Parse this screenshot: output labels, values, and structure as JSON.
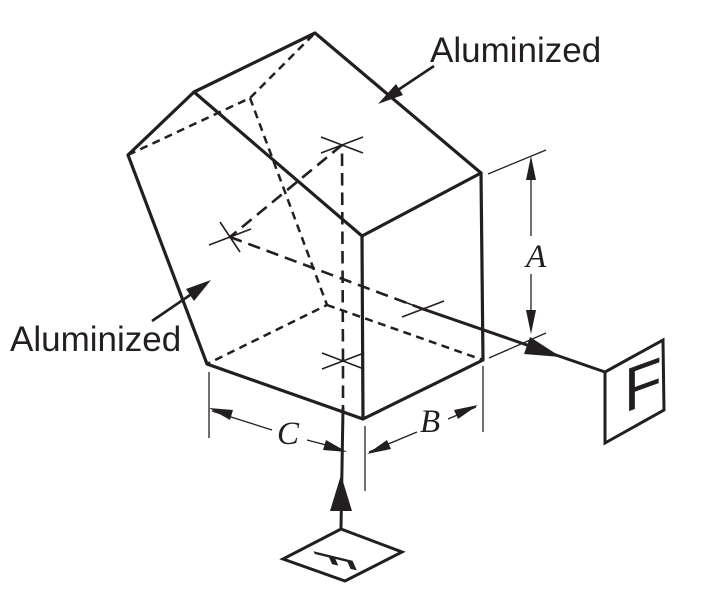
{
  "diagram": {
    "labels": {
      "aluminized_top": "Aluminized",
      "aluminized_left": "Aluminized",
      "dim_a": "A",
      "dim_b": "B",
      "dim_c": "C",
      "exit_image": "F",
      "entry_image": "F"
    },
    "colors": {
      "ink": "#231f20",
      "background": "#ffffff"
    }
  }
}
